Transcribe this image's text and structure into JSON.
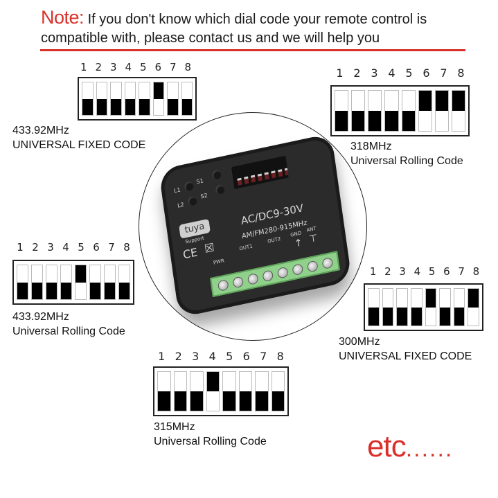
{
  "note": {
    "label": "Note:",
    "text": " If you don't know which dial code your remote control is compatible with, please contact us and we will help you",
    "accent_color": "#d9302a"
  },
  "dip_numbers": [
    "1",
    "2",
    "3",
    "4",
    "5",
    "6",
    "7",
    "8"
  ],
  "dip_configs": [
    {
      "id": "433-fixed",
      "frequency": "433.92MHz",
      "code_type": "UNIVERSAL FIXED CODE",
      "switches": [
        "down",
        "down",
        "down",
        "down",
        "down",
        "up",
        "down",
        "down"
      ]
    },
    {
      "id": "318-rolling",
      "frequency": "318MHz",
      "code_type": "Universal Rolling Code",
      "switches": [
        "down",
        "down",
        "down",
        "down",
        "down",
        "up",
        "up",
        "up"
      ]
    },
    {
      "id": "433-rolling",
      "frequency": "433.92MHz",
      "code_type": "Universal Rolling Code",
      "switches": [
        "down",
        "down",
        "down",
        "down",
        "up",
        "down",
        "down",
        "down"
      ]
    },
    {
      "id": "300-fixed",
      "frequency": "300MHz",
      "code_type": "UNIVERSAL FIXED CODE",
      "switches": [
        "down",
        "down",
        "down",
        "down",
        "up",
        "down",
        "down",
        "up"
      ]
    },
    {
      "id": "315-rolling",
      "frequency": "315MHz",
      "code_type": "Universal Rolling Code",
      "switches": [
        "down",
        "down",
        "down",
        "up",
        "down",
        "down",
        "down",
        "down"
      ]
    }
  ],
  "device": {
    "buttons": [
      "L1",
      "S1",
      "L2",
      "S2"
    ],
    "brand_badge": "tuya",
    "brand_sub": "Support",
    "cert": "CE",
    "voltage": "AC/DC9-30V",
    "frequency_range": "AM/FM280-915MHz",
    "terminals": [
      "PWR",
      "OUT1",
      "OUT2",
      "GND",
      "ANT"
    ],
    "terminal_count": 8
  },
  "footer": {
    "etc": "etc",
    "dots": "......"
  }
}
